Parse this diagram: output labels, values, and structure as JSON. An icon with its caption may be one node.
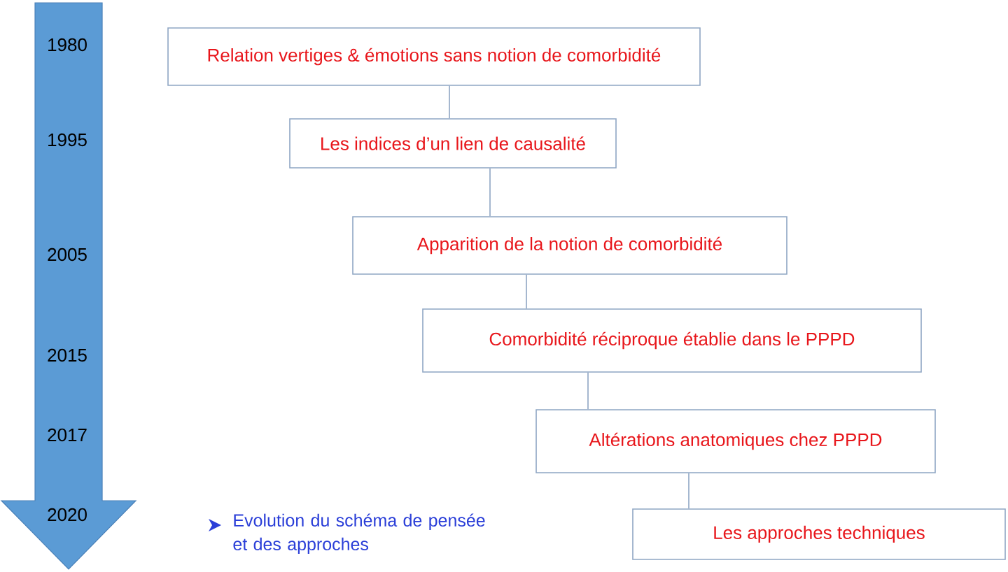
{
  "diagram": {
    "nodes": [
      {
        "text": [
          "Relation vertiges & émotions sans notion de comorbidité"
        ]
      },
      {
        "text": [
          "Les indices d’un lien de causalité"
        ]
      },
      {
        "text": [
          "Apparition de la notion de comorbidité"
        ]
      },
      {
        "text": [
          "Comorbidité réciproque établie dans le PPPD"
        ]
      },
      {
        "text": [
          "Altérations anatomiques chez PPPD"
        ]
      },
      {
        "text": [
          "Les approches techniques"
        ]
      }
    ],
    "edges": [
      {
        "from": 0,
        "to": 1,
        "arrow": "none"
      },
      {
        "from": 1,
        "to": 2,
        "arrow": "none"
      },
      {
        "from": 2,
        "to": 3,
        "arrow": "none"
      },
      {
        "from": 3,
        "to": 4,
        "arrow": "none"
      },
      {
        "from": 4,
        "to": 5,
        "arrow": "none"
      }
    ],
    "labels": [
      "1980",
      "1995",
      "2005",
      "2015",
      "2017",
      "2020",
      "Evolution du schéma de pensée et des approches"
    ]
  }
}
